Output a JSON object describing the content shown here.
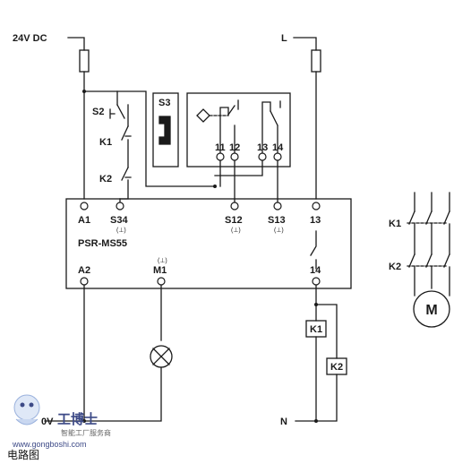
{
  "labels": {
    "supply_top": "24V DC",
    "line_l": "L",
    "neutral": "N",
    "zero_v": "0V",
    "module": "PSR-MS55",
    "s2": "S2",
    "k1": "K1",
    "k2": "K2",
    "s3": "S3",
    "t11": "11",
    "t12": "12",
    "t13": "13",
    "t14": "14",
    "a1": "A1",
    "a2": "A2",
    "s34": "S34",
    "s12": "S12",
    "s13": "S13",
    "m1": "M1",
    "o13": "13",
    "o14": "14",
    "ground_sym": "(⊥)",
    "coil_k1": "K1",
    "coil_k2": "K2",
    "motor_k1": "K1",
    "motor_k2": "K2",
    "motor": "M"
  },
  "watermark": {
    "name": "工博士",
    "tagline": "智能工厂服务商",
    "url": "www.gongboshi.com"
  },
  "caption": "电路图"
}
